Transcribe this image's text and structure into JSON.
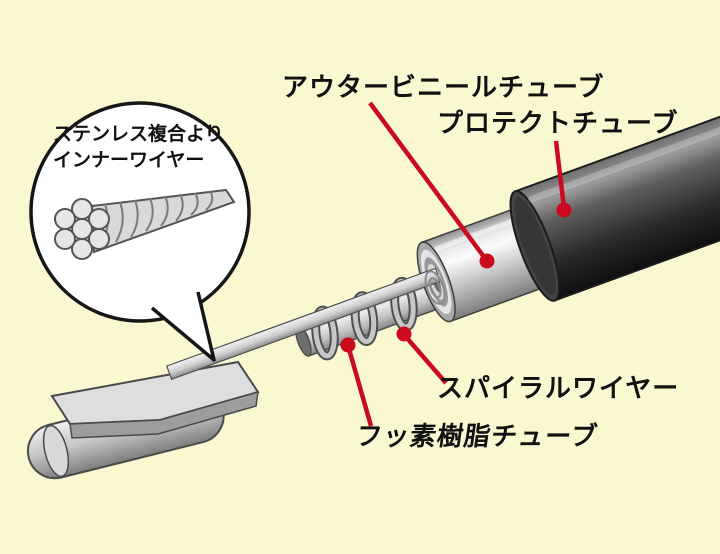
{
  "colors": {
    "background": "#faf8d0",
    "accent_red": "#cc0a1e",
    "ink": "#111111"
  },
  "callout": {
    "line1": "ステンレス複合より",
    "line2": "インナーワイヤー"
  },
  "labels": {
    "outer_vinyl_tube": "アウタービニールチューブ",
    "protect_tube": "プロテクトチューブ",
    "spiral_wire": "スパイラルワイヤー",
    "fluoro_resin_tube": "フッ素樹脂チューブ"
  }
}
